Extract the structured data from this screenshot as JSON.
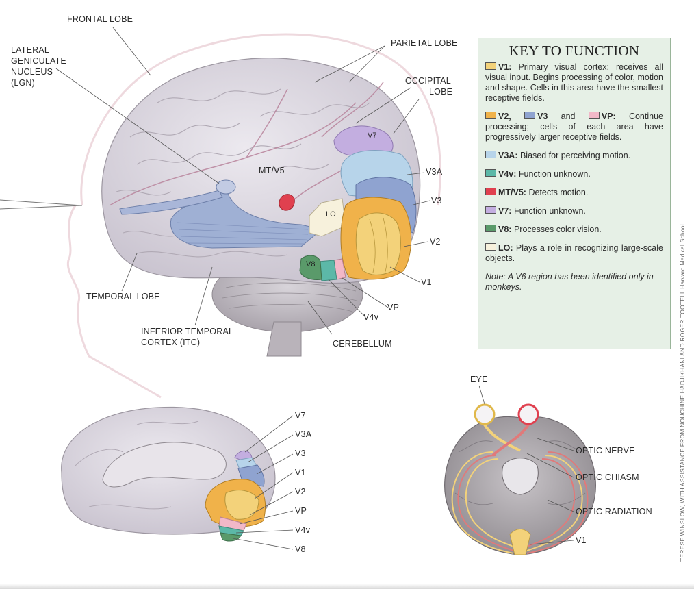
{
  "labels": {
    "frontal_lobe": "FRONTAL LOBE",
    "lgn": [
      "LATERAL",
      "GENICULATE",
      "NUCLEUS",
      "(LGN)"
    ],
    "parietal_lobe": "PARIETAL LOBE",
    "occipital_lobe": [
      "OCCIPITAL",
      "LOBE"
    ],
    "mt_v5": "MT/V5",
    "v7": "V7",
    "v3a": "V3A",
    "v3": "V3",
    "v2": "V2",
    "v1": "V1",
    "lo": "LO",
    "v8": "V8",
    "vp": "VP",
    "v4v": "V4v",
    "temporal_lobe": "TEMPORAL LOBE",
    "itc": [
      "INFERIOR TEMPORAL",
      "CORTEX (ITC)"
    ],
    "cerebellum": "CEREBELLUM"
  },
  "medial_labels": [
    "V7",
    "V3A",
    "V3",
    "V1",
    "V2",
    "VP",
    "V4v",
    "V8"
  ],
  "eye_labels": {
    "eye": "EYE",
    "optic_nerve": "OPTIC NERVE",
    "optic_chiasm": "OPTIC CHIASM",
    "optic_radiation": "OPTIC RADIATION",
    "v1": "V1"
  },
  "key": {
    "title": "KEY TO FUNCTION",
    "entries": [
      {
        "codes": [
          "V1:"
        ],
        "text": "Primary visual cortex; receives all visual input. Begins processing of color, motion and shape. Cells in this area have the smallest receptive fields."
      },
      {
        "codes": [
          "V2,",
          "V3",
          "VP:"
        ],
        "joiners": [
          "",
          "and"
        ],
        "text": "Continue processing; cells of each area have progressively larger receptive fields."
      },
      {
        "codes": [
          "V3A:"
        ],
        "text": "Biased for perceiving motion."
      },
      {
        "codes": [
          "V4v:"
        ],
        "text": "Function unknown."
      },
      {
        "codes": [
          "MT/V5:"
        ],
        "text": "Detects motion."
      },
      {
        "codes": [
          "V7:"
        ],
        "text": "Function unknown."
      },
      {
        "codes": [
          "V8:"
        ],
        "text": "Processes color vision."
      },
      {
        "codes": [
          "LO:"
        ],
        "text": "Plays a role in recognizing large-scale objects."
      }
    ],
    "note": "Note: A V6 region has been identified only in monkeys."
  },
  "colors": {
    "v1": "#f3d27a",
    "v2": "#f0b24a",
    "v3": "#8fa3d0",
    "vp": "#f2b8c8",
    "v3a": "#b7d4ea",
    "v4v": "#5cb8a8",
    "mt_v5": "#e0404f",
    "v7": "#c3aee0",
    "v8": "#5a9a6a",
    "lo": "#f7f1dc",
    "brain": "#dcd8e0",
    "key_bg": "#e6f0e6"
  },
  "credit": "TERESE WINSLOW, WITH ASSISTANCE FROM NOUCHINE HADJIKHANI AND ROGER TOOTELL Harvard Medical School"
}
